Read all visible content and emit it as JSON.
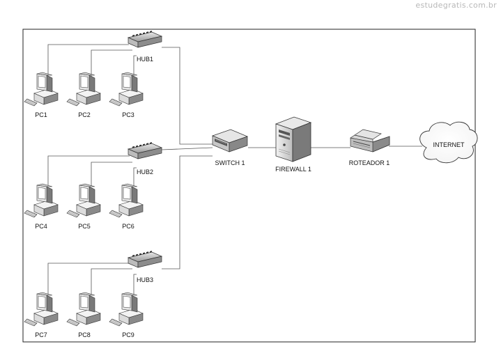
{
  "watermark": "estudegratis.com.br",
  "nodes": {
    "hub1": "HUB1",
    "hub2": "HUB2",
    "hub3": "HUB3",
    "switch": "SWITCH 1",
    "firewall": "FIREWALL 1",
    "router": "ROTEADOR 1",
    "internet": "INTERNET",
    "pcs": [
      "PC1",
      "PC2",
      "PC3",
      "PC4",
      "PC5",
      "PC6",
      "PC7",
      "PC8",
      "PC9"
    ]
  }
}
